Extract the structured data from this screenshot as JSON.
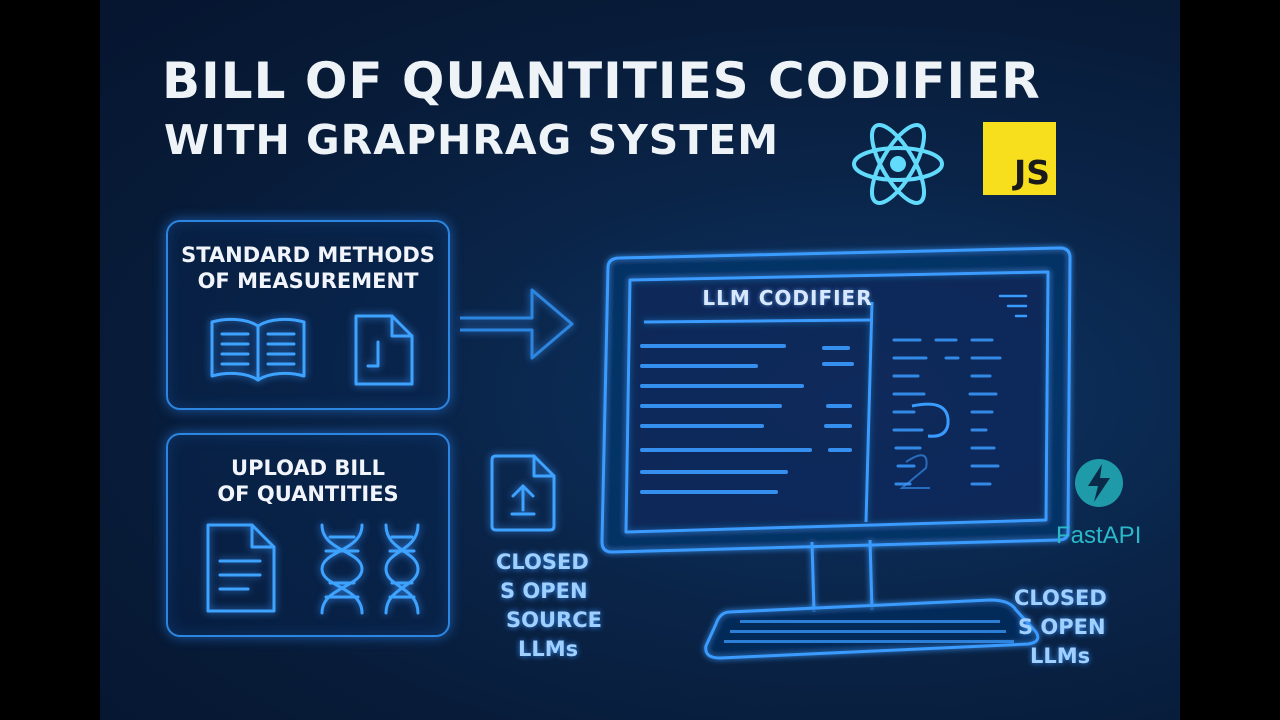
{
  "title": {
    "line1": "BILL OF QUANTITIES CODIFIER",
    "line2": "WITH GRAPHRAG SYSTEM"
  },
  "cards": {
    "measurement": {
      "label_line1": "STANDARD METHODS",
      "label_line2": "OF MEASUREMENT",
      "icons": [
        "open-book-icon",
        "document-icon"
      ]
    },
    "upload": {
      "label_line1": "UPLOAD BILL",
      "label_line2": "OF QUANTITIES",
      "icons": [
        "document-icon",
        "dna-icon",
        "dna-icon"
      ]
    }
  },
  "monitor": {
    "title": "LLM CODIFIER"
  },
  "llm_left": {
    "line1": "CLOSED",
    "line2": "S OPEN",
    "line3": "SOURCE",
    "line4": "LLMs"
  },
  "llm_right": {
    "line1": "CLOSED",
    "line2": "S OPEN",
    "line3": "LLMs"
  },
  "logos": {
    "react": "react-logo-icon",
    "js": "JS",
    "fastapi": "FastAPI"
  },
  "colors": {
    "background": "#0a2448",
    "neon": "#2c86e0",
    "js_yellow": "#f7df1e",
    "react_cyan": "#61dafb",
    "fastapi_teal": "#2bb8c8"
  }
}
